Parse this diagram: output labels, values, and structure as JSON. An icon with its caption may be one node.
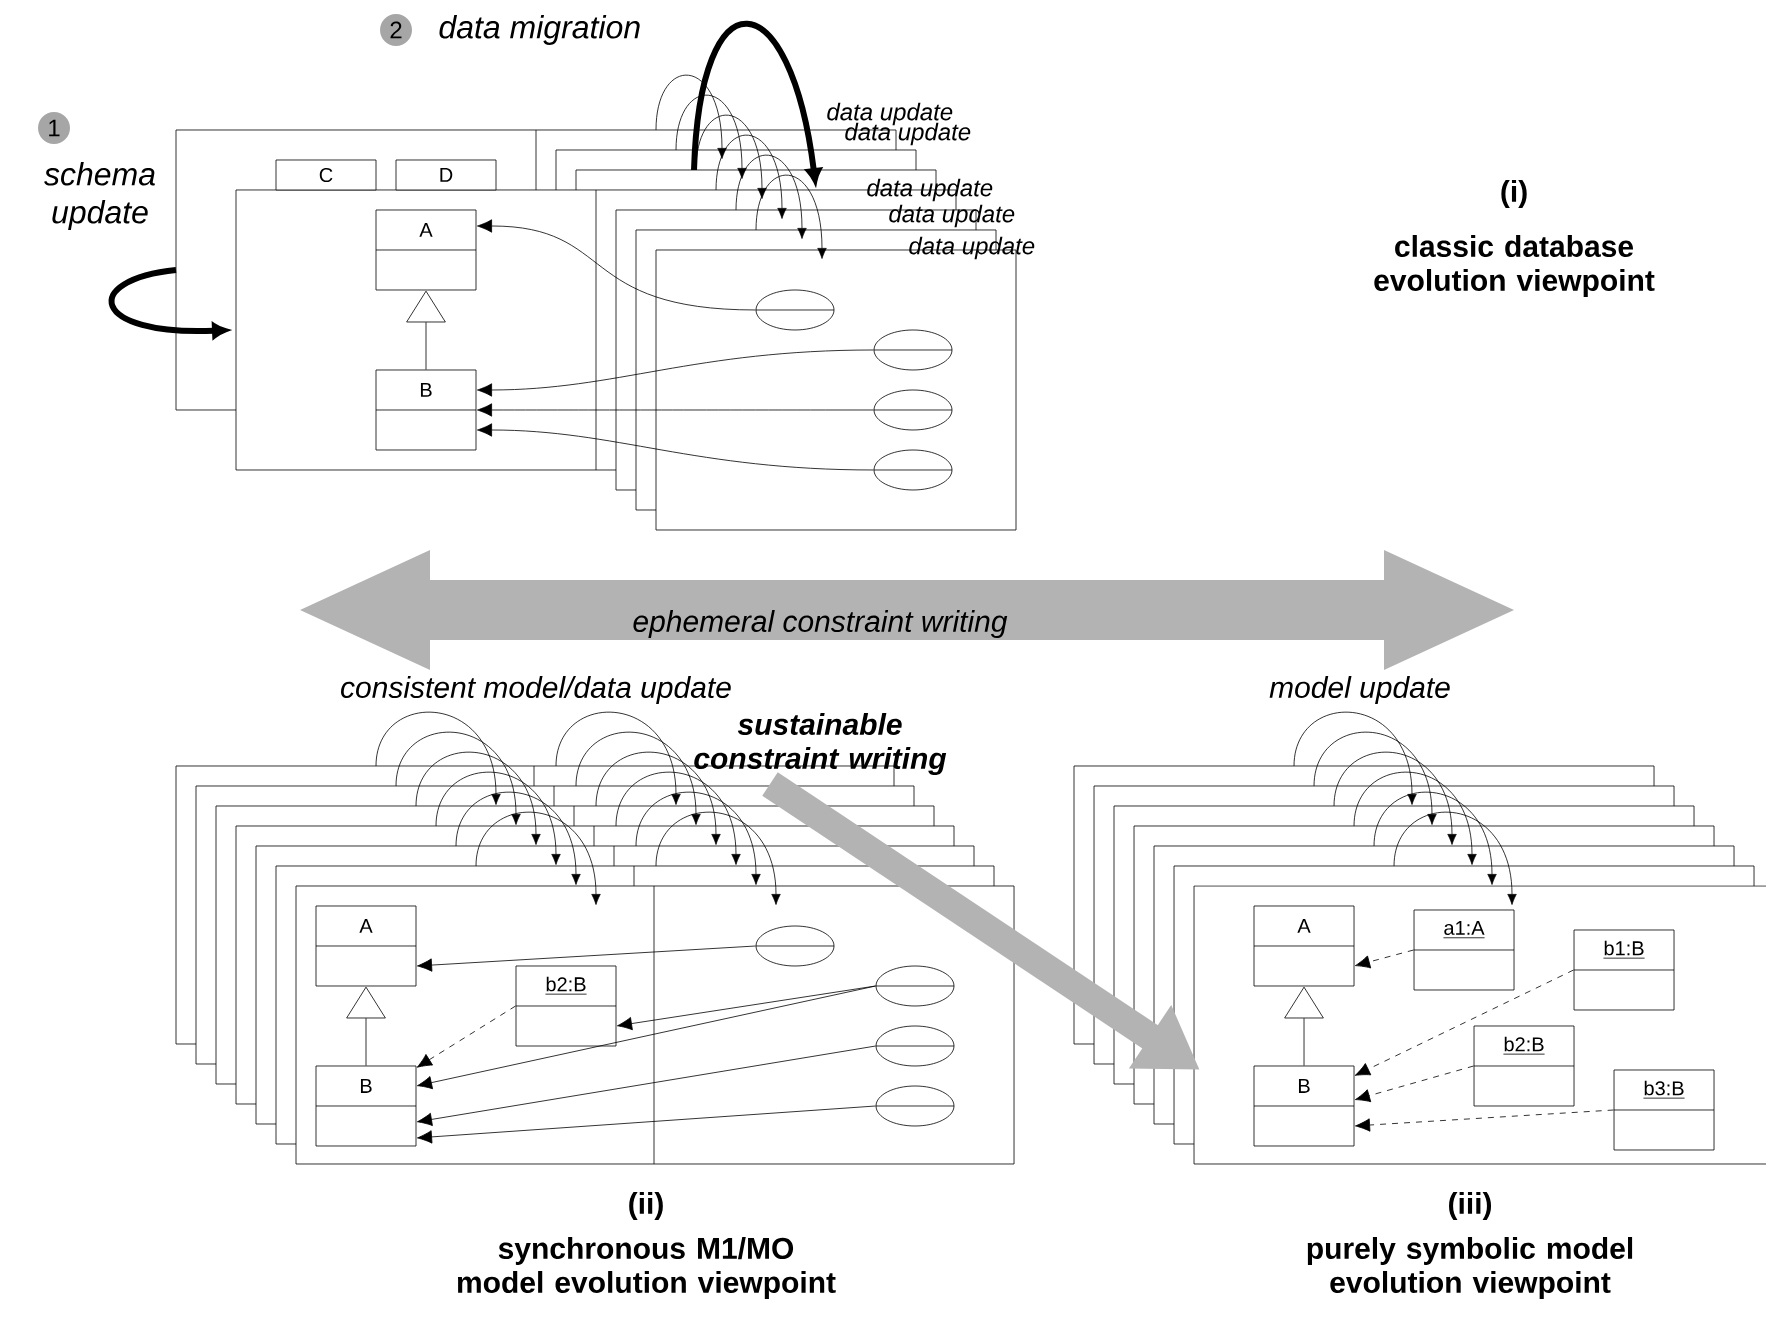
{
  "diagram": {
    "nodes": [
      {
        "text": [
          "C"
        ]
      },
      {
        "text": [
          "D"
        ]
      },
      {
        "text": [
          "A"
        ]
      },
      {
        "text": [
          "B"
        ]
      },
      {
        "text": [],
        "shape": "ellipse"
      },
      {
        "text": [],
        "shape": "ellipse"
      },
      {
        "text": [],
        "shape": "ellipse"
      },
      {
        "text": [],
        "shape": "ellipse"
      },
      {
        "text": [
          "A"
        ]
      },
      {
        "text": [
          "b2:B"
        ]
      },
      {
        "text": [
          "B"
        ]
      },
      {
        "text": [],
        "shape": "ellipse"
      },
      {
        "text": [],
        "shape": "ellipse"
      },
      {
        "text": [],
        "shape": "ellipse"
      },
      {
        "text": [],
        "shape": "ellipse"
      },
      {
        "text": [
          "A"
        ]
      },
      {
        "text": [
          "a1:A"
        ]
      },
      {
        "text": [
          "b1:B"
        ]
      },
      {
        "text": [
          "b2:B"
        ]
      },
      {
        "text": [
          "B"
        ]
      },
      {
        "text": [
          "b3:B"
        ]
      }
    ],
    "edges": [
      {
        "from": 3,
        "to": 2,
        "arrow": "to"
      },
      {
        "from": 4,
        "to": 2,
        "arrow": "to"
      },
      {
        "from": 5,
        "to": 3,
        "arrow": "to"
      },
      {
        "from": 6,
        "to": 3,
        "arrow": "to"
      },
      {
        "from": 7,
        "to": 3,
        "arrow": "to"
      },
      {
        "from": 10,
        "to": 8,
        "arrow": "to"
      },
      {
        "from": 11,
        "to": 8,
        "arrow": "to"
      },
      {
        "from": 12,
        "to": 9,
        "arrow": "to"
      },
      {
        "from": 12,
        "to": 10,
        "arrow": "to"
      },
      {
        "from": 13,
        "to": 10,
        "arrow": "to"
      },
      {
        "from": 14,
        "to": 10,
        "arrow": "to"
      },
      {
        "from": 9,
        "to": 10,
        "arrow": "to",
        "style": "dashed"
      },
      {
        "from": 19,
        "to": 15,
        "arrow": "to"
      },
      {
        "from": 16,
        "to": 15,
        "arrow": "to",
        "style": "dashed"
      },
      {
        "from": 17,
        "to": 19,
        "arrow": "to",
        "style": "dashed"
      },
      {
        "from": 18,
        "to": 19,
        "arrow": "to",
        "style": "dashed"
      },
      {
        "from": 20,
        "to": 19,
        "arrow": "to",
        "style": "dashed"
      }
    ],
    "labels": [
      "1",
      "schema update",
      "2",
      "data migration",
      "data update",
      "data update",
      "data update",
      "data update",
      "data update",
      "(i)",
      "classic database evolution viewpoint",
      "ephemeral constraint writing",
      "consistent model/data update",
      "sustainable constraint writing",
      "model update",
      "(ii)",
      "synchronous M1/MO model evolution viewpoint",
      "(iii)",
      "purely symbolic model evolution viewpoint"
    ]
  }
}
